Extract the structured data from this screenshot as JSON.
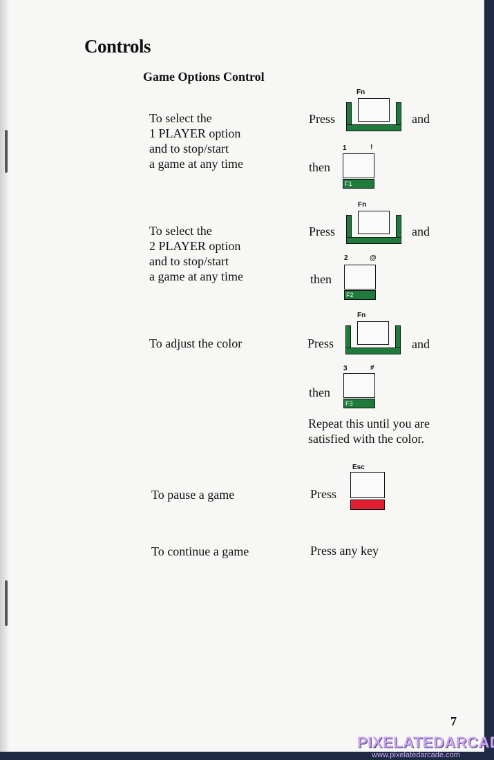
{
  "page": {
    "title": "Controls",
    "section": "Game Options Control",
    "number": "7"
  },
  "rows": [
    {
      "lines": [
        "To select the",
        "1 PLAYER option",
        "and to stop/start",
        "a game at any time"
      ],
      "press": "Press",
      "and": "and",
      "then": "then",
      "fn_legend": "Fn",
      "num_legend_left": "1",
      "num_legend_right": "!",
      "fkey": "F1"
    },
    {
      "lines": [
        "To select the",
        "2 PLAYER option",
        "and to stop/start",
        "a game at any time"
      ],
      "press": "Press",
      "and": "and",
      "then": "then",
      "fn_legend": "Fn",
      "num_legend_left": "2",
      "num_legend_right": "@",
      "fkey": "F2"
    },
    {
      "lines": [
        "To adjust the color"
      ],
      "press": "Press",
      "and": "and",
      "then": "then",
      "fn_legend": "Fn",
      "num_legend_left": "3",
      "num_legend_right": "#",
      "fkey": "F3",
      "note_lines": [
        "Repeat this until you are",
        "satisfied with the color."
      ]
    },
    {
      "lines": [
        "To pause a game"
      ],
      "press": "Press",
      "key_legend": "Esc"
    },
    {
      "lines": [
        "To continue a game"
      ],
      "action": "Press any key"
    }
  ],
  "watermark": {
    "brand": "PIXELATEDARCADE",
    "url": "www.pixelatedarcade.com"
  },
  "colors": {
    "fn_green": "#1e7b3c",
    "esc_red": "#e01e2f",
    "brand": "#c9a8f0"
  }
}
